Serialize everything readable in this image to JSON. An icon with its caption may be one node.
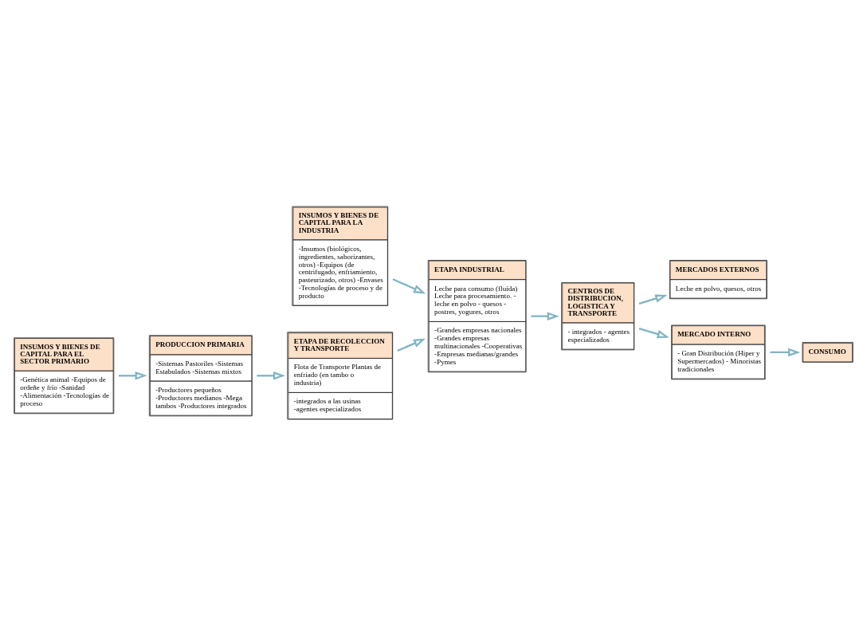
{
  "diagram": {
    "nodes": [
      {
        "text": [
          "PRODUCCION PRIMARIA",
          "-Sistemas Pastoriles -Sistemas Estabulados -Sistemas mixtos",
          "-Productores pequeños -Productores medianos -Mega tambos -Productores integrados"
        ]
      },
      {
        "text": [
          "ETAPA DE RECOLECCION Y TRANSPORTE",
          "Flota de Transporte Plantas de enfriado (en tambo o industria)",
          "-integrados a las usinas -agentes especializados"
        ]
      },
      {
        "text": [
          "ETAPA INDUSTRIAL",
          "Leche para consumo (fluída) Leche para procesamiento. - leche en polvo - quesos - postres, yogures, otros",
          "-Grandes empresas nacionales -Grandes empresas multinacionales -Cooperativas -Empresas medianas/grandes -Pymes"
        ]
      },
      {
        "text": [
          "CENTROS DE DISTRIBUCION, LOGISTICA Y TRANSPORTE",
          "- integrados - agentes especializados"
        ]
      },
      {
        "text": [
          "MERCADOS EXTERNOS",
          "Leche en polvo, quesos, otros"
        ]
      },
      {
        "text": [
          "MERCADO INTERNO",
          "- Gran Distribución (Hiper y Supermercados) - Minoristas tradicionales"
        ]
      },
      {
        "text": [
          "CONSUMO"
        ]
      },
      {
        "text": [
          "INSUMOS Y BIENES DE CAPITAL PARA EL SECTOR PRIMARIO",
          "-Genética animal -Equipos de ordeñe y frío -Sanidad -Alimentación -Tecnologías de proceso"
        ]
      },
      {
        "text": [
          "INSUMOS Y BIENES DE CAPITAL PARA LA INDUSTRIA",
          "-Insumos (biológicos, ingredientes, saborizantes, otros) -Equipos (de centrifugado, enfriamiento, pasteurizado, otros) -Envases -Tecnologías de proceso y de producto"
        ]
      }
    ],
    "edges": [
      {
        "from": 0,
        "to": 1,
        "arrow": "to"
      },
      {
        "from": 1,
        "to": 2,
        "arrow": "to"
      },
      {
        "from": 2,
        "to": 3,
        "arrow": "to"
      },
      {
        "from": 3,
        "to": 4,
        "arrow": "to"
      },
      {
        "from": 3,
        "to": 5,
        "arrow": "to"
      },
      {
        "from": 5,
        "to": 6,
        "arrow": "to"
      },
      {
        "from": 7,
        "to": 0,
        "arrow": "to"
      },
      {
        "from": 8,
        "to": 2,
        "arrow": "to"
      }
    ]
  }
}
